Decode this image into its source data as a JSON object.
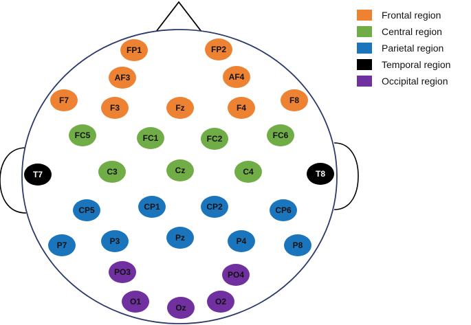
{
  "regions": [
    {
      "id": "frontal",
      "label": "Frontal region",
      "color": "#ee8233"
    },
    {
      "id": "central",
      "label": "Central region",
      "color": "#70ad47"
    },
    {
      "id": "parietal",
      "label": "Parietal region",
      "color": "#1b75bc"
    },
    {
      "id": "temporal",
      "label": "Temporal region",
      "color": "#000000"
    },
    {
      "id": "occipital",
      "label": "Occipital region",
      "color": "#7030a0"
    }
  ],
  "electrodes": [
    {
      "label": "FP1",
      "region": "frontal"
    },
    {
      "label": "FP2",
      "region": "frontal"
    },
    {
      "label": "AF3",
      "region": "frontal"
    },
    {
      "label": "AF4",
      "region": "frontal"
    },
    {
      "label": "F7",
      "region": "frontal"
    },
    {
      "label": "F3",
      "region": "frontal"
    },
    {
      "label": "Fz",
      "region": "frontal"
    },
    {
      "label": "F4",
      "region": "frontal"
    },
    {
      "label": "F8",
      "region": "frontal"
    },
    {
      "label": "FC5",
      "region": "central"
    },
    {
      "label": "FC1",
      "region": "central"
    },
    {
      "label": "FC2",
      "region": "central"
    },
    {
      "label": "FC6",
      "region": "central"
    },
    {
      "label": "T7",
      "region": "temporal"
    },
    {
      "label": "C3",
      "region": "central"
    },
    {
      "label": "Cz",
      "region": "central"
    },
    {
      "label": "C4",
      "region": "central"
    },
    {
      "label": "T8",
      "region": "temporal"
    },
    {
      "label": "CP5",
      "region": "parietal"
    },
    {
      "label": "CP1",
      "region": "parietal"
    },
    {
      "label": "CP2",
      "region": "parietal"
    },
    {
      "label": "CP6",
      "region": "parietal"
    },
    {
      "label": "P7",
      "region": "parietal"
    },
    {
      "label": "P3",
      "region": "parietal"
    },
    {
      "label": "Pz",
      "region": "parietal"
    },
    {
      "label": "P4",
      "region": "parietal"
    },
    {
      "label": "P8",
      "region": "parietal"
    },
    {
      "label": "PO3",
      "region": "occipital"
    },
    {
      "label": "PO4",
      "region": "occipital"
    },
    {
      "label": "O1",
      "region": "occipital"
    },
    {
      "label": "Oz",
      "region": "occipital"
    },
    {
      "label": "O2",
      "region": "occipital"
    }
  ]
}
